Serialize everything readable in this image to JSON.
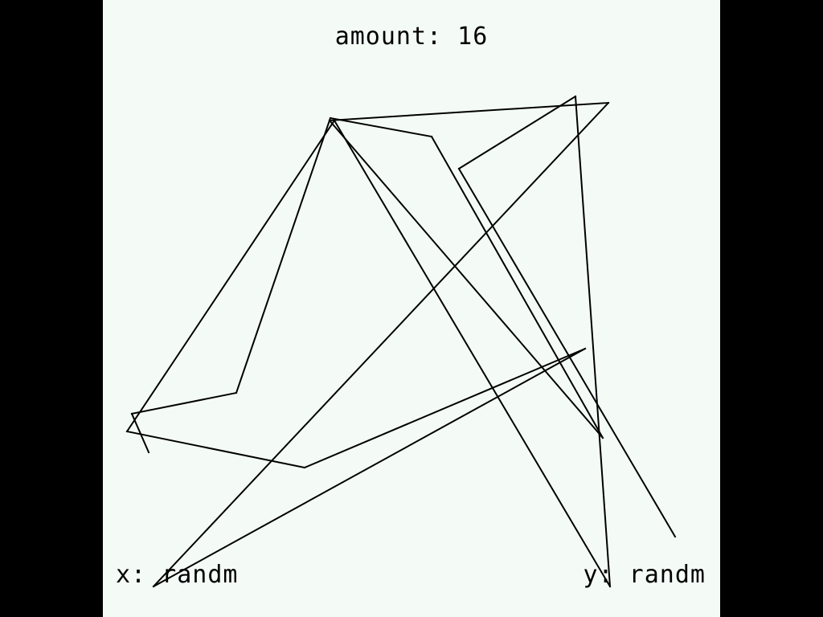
{
  "app": {
    "background_color": "#f4fbf7",
    "letterbox_color": "#000000",
    "ink_color": "#000000"
  },
  "header": {
    "amount_label": "amount: 16"
  },
  "footer": {
    "x_label": "x: randm",
    "y_label": "y: randm"
  },
  "polyline": {
    "line_width": 2,
    "points": [
      [
        57,
        563
      ],
      [
        36,
        515
      ],
      [
        166,
        489
      ],
      [
        283,
        147
      ],
      [
        409,
        170
      ],
      [
        622,
        545
      ],
      [
        282,
        150
      ],
      [
        629,
        128
      ],
      [
        63,
        730
      ],
      [
        600,
        434
      ],
      [
        251,
        582
      ],
      [
        30,
        537
      ],
      [
        288,
        150
      ],
      [
        631,
        730
      ],
      [
        588,
        120
      ],
      [
        443,
        210
      ],
      [
        712,
        668
      ]
    ]
  }
}
